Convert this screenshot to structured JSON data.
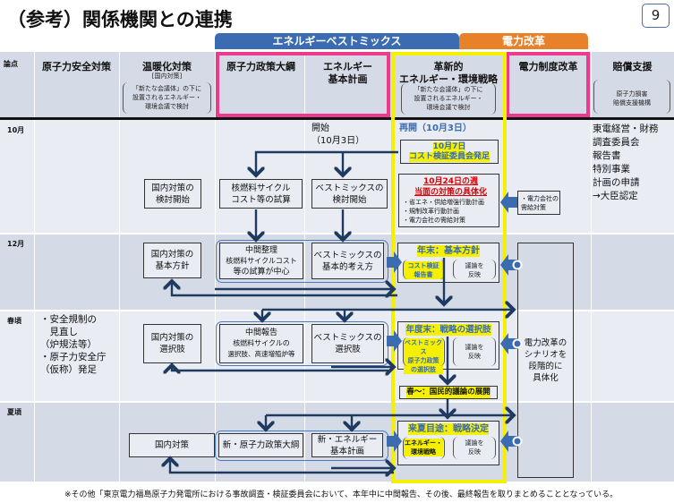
{
  "title": "（参考）関係機関との連携",
  "page_number": "9",
  "bands": {
    "best_mix": "エネルギーベストミックス",
    "power_reform": "電力改革"
  },
  "colors": {
    "blue_band": "#3b6bb0",
    "orange_band": "#e8822a",
    "pink_frame": "#ee3a8c",
    "yellow_frame": "#f4f000",
    "arrow": "#1f3a60"
  },
  "headers": {
    "issue": "論点",
    "nuclear_safety": "原子力安全対策",
    "warming": "温暖化対策",
    "warming_sub": "[国内対策]",
    "warming_note": [
      "「新たな会議体」の下に",
      "設置されるエネルギー・",
      "環境会議で検討"
    ],
    "nuclear_policy": "原子力政策大綱",
    "energy_plan": [
      "エネルギー",
      "基本計画"
    ],
    "strategy": [
      "革新的",
      "エネルギー・環境戦略"
    ],
    "strategy_note": [
      "「新たな会議体」の下に",
      "設置されるエネルギー・",
      "環境会議で検討"
    ],
    "power_system": "電力制度改革",
    "compensation": "賠償支援",
    "compensation_note": [
      "原子力損害",
      "賠償支援機構"
    ]
  },
  "rows": {
    "oct": "10月",
    "dec": "12月",
    "spring": "春頃",
    "summer": "夏頃"
  },
  "oct": {
    "energy_start": [
      "開始",
      "（10月3日）"
    ],
    "resume": "再開（10月3日）",
    "cost_committee": [
      "10月7日",
      "コスト検証委員会発足"
    ],
    "domestic_start": [
      "国内対策の",
      "検討開始"
    ],
    "fuel_cycle": [
      "核燃料サイクル",
      "コスト等の試算"
    ],
    "bestmix_start": [
      "ベストミックスの",
      "検討開始"
    ],
    "week_title": [
      "10月24日の週",
      "当面の対策の具体化"
    ],
    "week_items": [
      "・省エネ・供給増強行動計画",
      "・規制改革行動計画",
      "・電力会社の需給対策"
    ],
    "utility_measures": [
      "・電力会社の",
      "需給対策"
    ],
    "compensation_text": [
      "東電経営・財務",
      "調査委員会",
      "報告書",
      "特別事業",
      "計画の申請",
      "→大臣認定"
    ]
  },
  "dec": {
    "domestic": [
      "国内対策の",
      "基本方針"
    ],
    "interim": [
      "中間整理",
      "核燃料サイクルコスト",
      "等の試算が中心"
    ],
    "bestmix": [
      "ベストミックスの",
      "基本的考え方"
    ],
    "strategy_title": "年末：基本方針",
    "cost_report": [
      "コスト検証",
      "報告書"
    ],
    "reflect": [
      "議論を",
      "反映"
    ]
  },
  "spring": {
    "safety": [
      "・安全規制の",
      "　見直し",
      "（炉規法等）",
      "・原子力安全庁",
      "（仮称）発足"
    ],
    "domestic": [
      "国内対策の",
      "選択肢"
    ],
    "interim": [
      "中間報告",
      "核燃料サイクルの",
      "選択肢、高速増殖炉等"
    ],
    "bestmix": [
      "ベストミックスの",
      "選択肢"
    ],
    "strategy_title": "年度末：戦略の選択肢",
    "options": [
      "ベストミックス",
      "原子力政策",
      "の選択肢"
    ],
    "reflect": [
      "議論を",
      "反映"
    ],
    "national_debate": "春～：国民的議論の展開",
    "power_scenario": [
      "電力改革の",
      "シナリオを",
      "段階的に",
      "具体化"
    ]
  },
  "summer": {
    "domestic": "国内対策",
    "nuclear": "新・原子力政策大綱",
    "energy": [
      "新・エネルギー",
      "基本計画"
    ],
    "strategy_title": "来夏目途：戦略決定",
    "strategy": [
      "エネルギー・",
      "環境戦略"
    ],
    "reflect": [
      "議論を",
      "反映"
    ]
  },
  "footnote": "※その他「東京電力福島原子力発電所における事故調査・検証委員会において、本年中に中間報告、その後、最終報告を取りまとめることとなっている。"
}
